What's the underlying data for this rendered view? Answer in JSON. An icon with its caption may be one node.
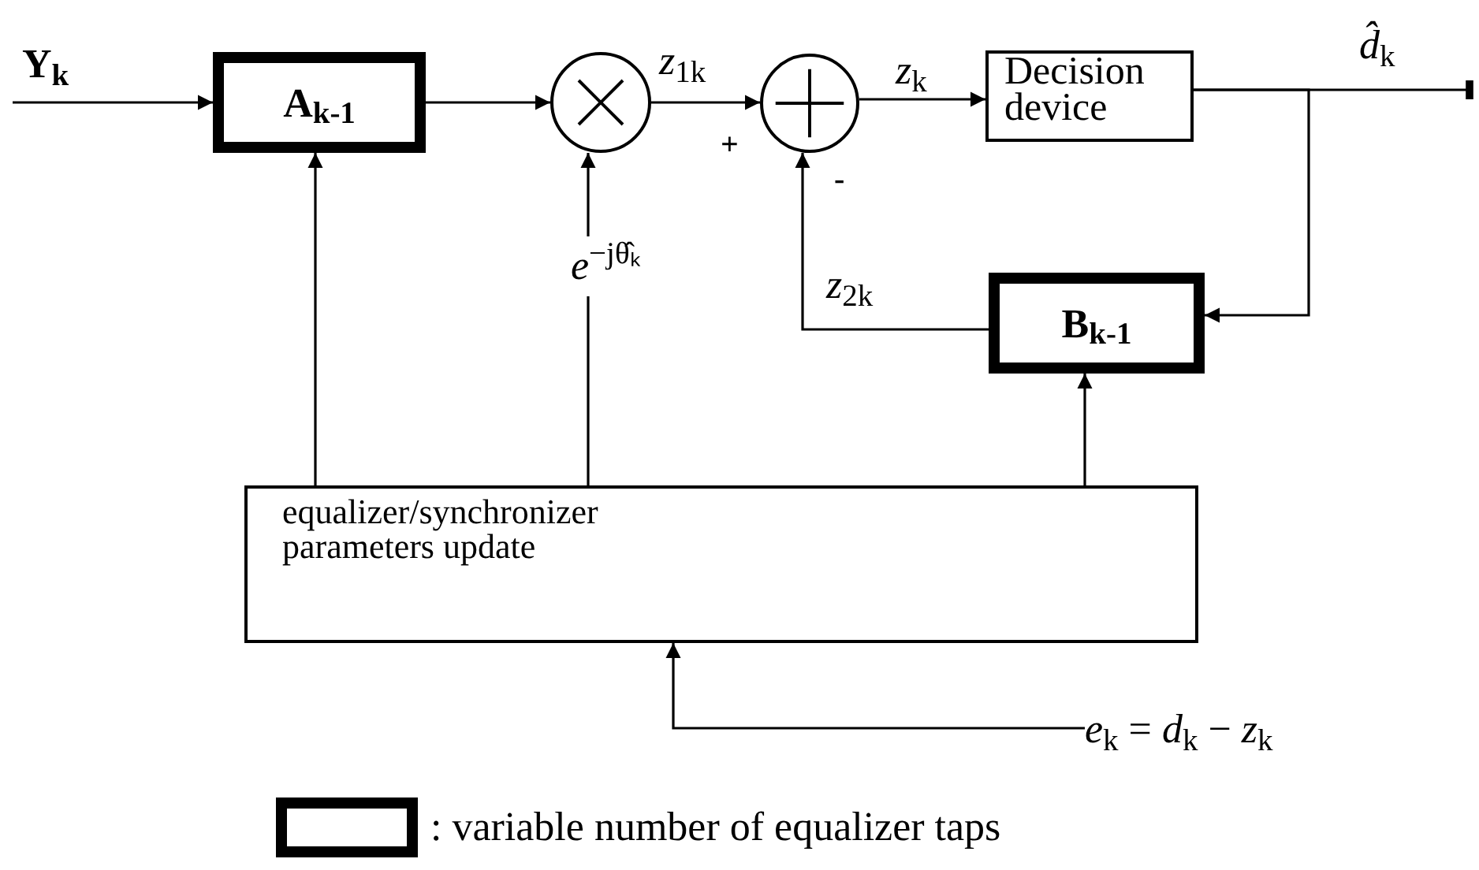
{
  "diagram": {
    "nodes": [
      {
        "text": [
          "A$_{k-1}$"
        ]
      },
      {
        "text": [],
        "shape": "circle"
      },
      {
        "text": [],
        "shape": "circle",
        "beside": [
          "+",
          "-"
        ]
      },
      {
        "text": [
          "Decision device"
        ]
      },
      {
        "text": [
          "B$_{k-1}$"
        ]
      },
      {
        "text": [
          "equalizer/synchronizer parameters update"
        ]
      },
      {
        "text": [
          "*e*$_{k}$ = *d*$_{k}$ − *z*$_{k}$"
        ]
      }
    ],
    "edges": [
      {
        "from": null,
        "to": 0,
        "arrow": "to",
        "label": "Y$_{k}$"
      },
      {
        "from": 0,
        "to": 1,
        "arrow": "to"
      },
      {
        "from": 1,
        "to": 2,
        "arrow": "to",
        "label": "*z*$_{1k}$"
      },
      {
        "from": 2,
        "to": 3,
        "arrow": "to",
        "label": "*z*$_{k}$"
      },
      {
        "from": 3,
        "to": null,
        "arrow": "other",
        "label": "*d̂*$_{k}$"
      },
      {
        "from": 3,
        "to": 4,
        "arrow": "to"
      },
      {
        "from": 4,
        "to": 2,
        "arrow": "to",
        "label": "*z*$_{2k}$"
      },
      {
        "from": 5,
        "to": 0,
        "arrow": "to"
      },
      {
        "from": 5,
        "to": 1,
        "arrow": "to",
        "label": "*e*$^{−jθ̂ₖ}$"
      },
      {
        "from": 5,
        "to": 4,
        "arrow": "to"
      },
      {
        "from": 6,
        "to": 5,
        "arrow": "to"
      }
    ],
    "legend": [
      {
        "text": ": variable number of equalizer taps"
      }
    ]
  }
}
